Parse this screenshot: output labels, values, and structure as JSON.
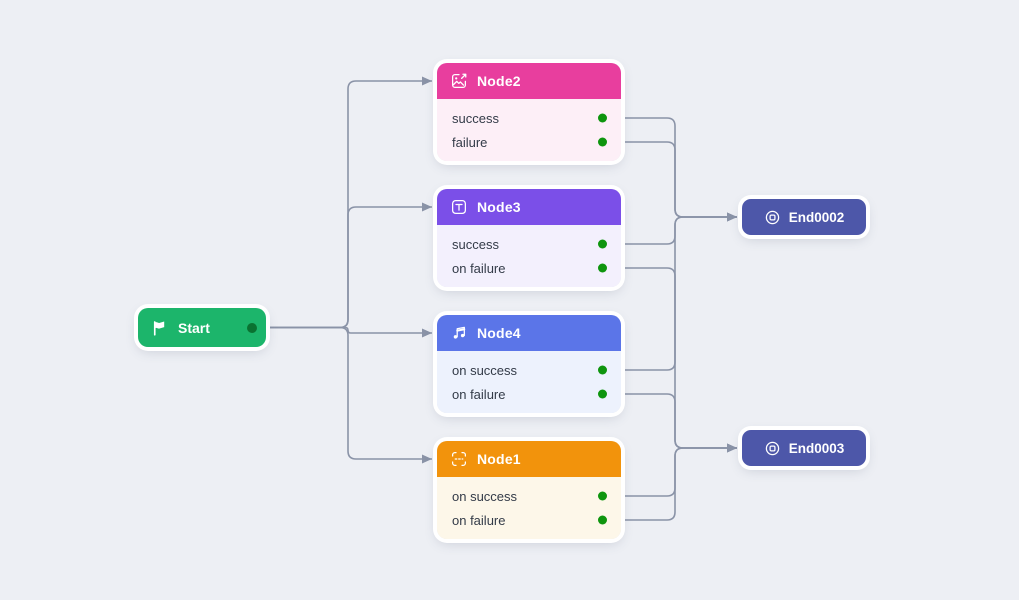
{
  "theme": {
    "background": "#edeff4",
    "edge_color": "#8a93a7",
    "node_ring": "#ffffff",
    "port_green": "#0e950e",
    "row_text": "#333b48"
  },
  "start_node": {
    "label": "Start",
    "icon": "flag-icon",
    "color": "#1cb56b",
    "port_color": "#0a7231"
  },
  "flow_nodes": [
    {
      "id": "node2",
      "title": "Node2",
      "icon": "image-export-icon",
      "header_color": "#e83e9e",
      "body_color": "#fdeff7",
      "outputs": [
        "success",
        "failure"
      ]
    },
    {
      "id": "node3",
      "title": "Node3",
      "icon": "text-icon",
      "header_color": "#7b4fe8",
      "body_color": "#f3f0fd",
      "outputs": [
        "success",
        "on failure"
      ]
    },
    {
      "id": "node4",
      "title": "Node4",
      "icon": "music-icon",
      "header_color": "#5b75e8",
      "body_color": "#edf2fd",
      "outputs": [
        "on success",
        "on failure"
      ]
    },
    {
      "id": "node1",
      "title": "Node1",
      "icon": "scan-text-icon",
      "header_color": "#f2930c",
      "body_color": "#fdf7e9",
      "outputs": [
        "on success",
        "on failure"
      ]
    }
  ],
  "end_nodes": [
    {
      "id": "end0002",
      "label": "End0002",
      "icon": "stop-circle-icon",
      "color": "#4d57a9"
    },
    {
      "id": "end0003",
      "label": "End0003",
      "icon": "stop-circle-icon",
      "color": "#4d57a9"
    }
  ],
  "connections": [
    {
      "from": "start",
      "to": "node2"
    },
    {
      "from": "start",
      "to": "node3"
    },
    {
      "from": "start",
      "to": "node4"
    },
    {
      "from": "start",
      "to": "node1"
    },
    {
      "from": "node2",
      "port": 0,
      "to": "end0002"
    },
    {
      "from": "node2",
      "port": 1,
      "to": "end0002"
    },
    {
      "from": "node3",
      "port": 0,
      "to": "end0002"
    },
    {
      "from": "node3",
      "port": 1,
      "to": "end0003"
    },
    {
      "from": "node4",
      "port": 0,
      "to": "end0002"
    },
    {
      "from": "node4",
      "port": 1,
      "to": "end0003"
    },
    {
      "from": "node1",
      "port": 0,
      "to": "end0003"
    },
    {
      "from": "node1",
      "port": 1,
      "to": "end0003"
    }
  ]
}
